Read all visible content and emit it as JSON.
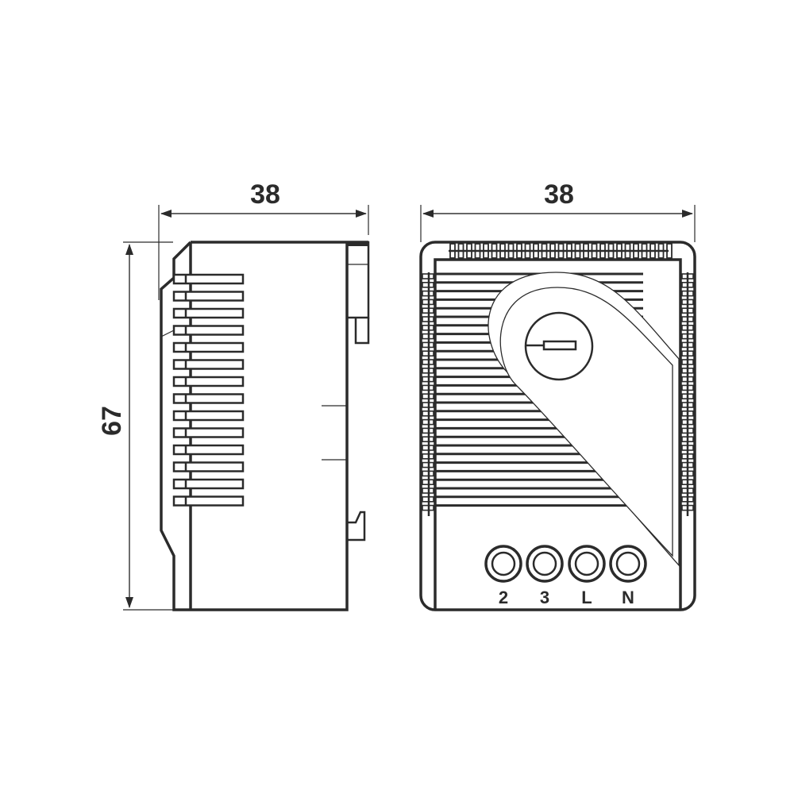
{
  "drawing": {
    "subject": "Thermostat enclosure dimension drawing",
    "units_implied": "mm",
    "colors": {
      "line": "#2b2b2b",
      "background": "#ffffff"
    }
  },
  "side_view": {
    "width_dimension": "38",
    "height_dimension": "67"
  },
  "front_view": {
    "width_dimension": "38",
    "terminals": [
      {
        "label": "2"
      },
      {
        "label": "3"
      },
      {
        "label": "L"
      },
      {
        "label": "N"
      }
    ]
  }
}
